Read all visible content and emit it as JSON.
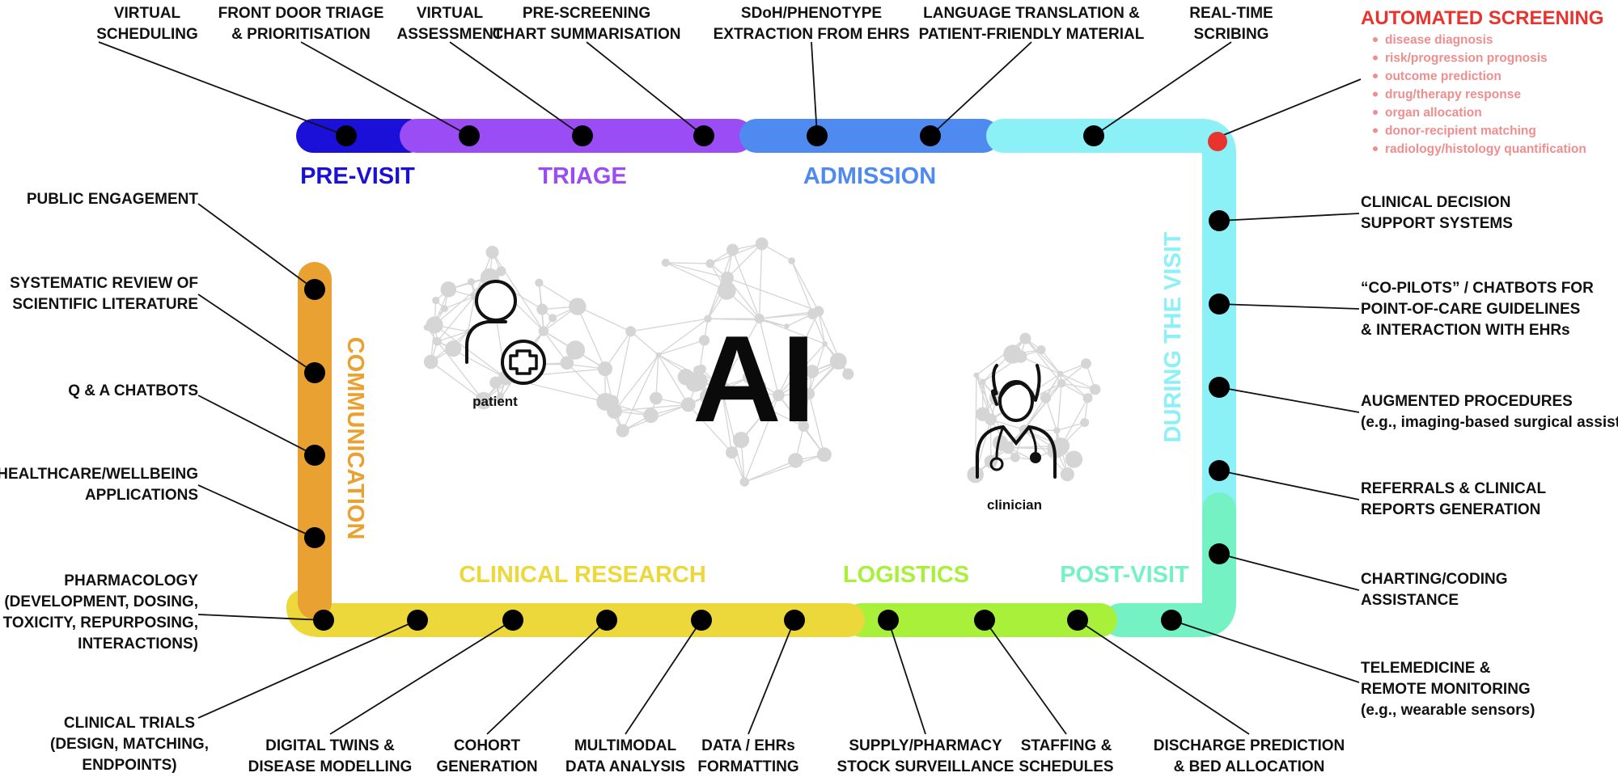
{
  "center": {
    "title": "AI",
    "patient_label": "patient",
    "clinician_label": "clinician"
  },
  "icons": {
    "patient": "patient-with-medical-cross-icon",
    "clinician": "clinician-with-stethoscope-icon",
    "network": "neural-network-graph"
  },
  "colors": {
    "pre_visit": "#1a10d8",
    "triage": "#9b4df5",
    "admission": "#4f8af0",
    "during_visit": "#8cf1f6",
    "post_visit": "#74f2c4",
    "logistics": "#a8f03a",
    "clinical_research": "#ecd83a",
    "communication": "#e9a131",
    "automated_screening": "#e8332e",
    "automated_screening_items": "#ee8e8e",
    "dots": "#000000",
    "network": "#d5d5d5"
  },
  "phases": {
    "pre_visit": "PRE-VISIT",
    "triage": "TRIAGE",
    "admission": "ADMISSION",
    "during_visit": "DURING THE VISIT",
    "post_visit": "POST-VISIT",
    "logistics": "LOGISTICS",
    "clinical_research": "CLINICAL RESEARCH",
    "communication": "COMMUNICATION"
  },
  "top_labels": [
    [
      "VIRTUAL",
      "SCHEDULING"
    ],
    [
      "FRONT DOOR TRIAGE",
      "& PRIORITISATION"
    ],
    [
      "VIRTUAL",
      "ASSESSMENT"
    ],
    [
      "PRE-SCREENING",
      "CHART SUMMARISATION"
    ],
    [
      "SDoH/PHENOTYPE",
      "EXTRACTION FROM EHRS"
    ],
    [
      "LANGUAGE TRANSLATION &",
      "PATIENT-FRIENDLY MATERIAL"
    ],
    [
      "REAL-TIME",
      "SCRIBING"
    ]
  ],
  "automated_screening": {
    "title": "AUTOMATED SCREENING",
    "items": [
      "disease diagnosis",
      "risk/progression prognosis",
      "outcome prediction",
      "drug/therapy response",
      "organ allocation",
      "donor-recipient matching",
      "radiology/histology quantification"
    ]
  },
  "right_labels": [
    [
      "CLINICAL DECISION",
      "SUPPORT SYSTEMS"
    ],
    [
      "“CO-PILOTS” / CHATBOTS FOR",
      "POINT-OF-CARE GUIDELINES",
      "& INTERACTION WITH EHRs"
    ],
    [
      "AUGMENTED PROCEDURES",
      "(e.g., imaging-based surgical assist)"
    ],
    [
      "REFERRALS & CLINICAL",
      "REPORTS GENERATION"
    ],
    [
      "CHARTING/CODING",
      "ASSISTANCE"
    ],
    [
      "TELEMEDICINE &",
      "REMOTE MONITORING",
      "(e.g., wearable sensors)"
    ]
  ],
  "bottom_labels": [
    [
      "CLINICAL TRIALS",
      "(DESIGN, MATCHING,",
      "ENDPOINTS)"
    ],
    [
      "DIGITAL TWINS &",
      "DISEASE MODELLING"
    ],
    [
      "COHORT",
      "GENERATION"
    ],
    [
      "MULTIMODAL",
      "DATA ANALYSIS"
    ],
    [
      "DATA / EHRs",
      "FORMATTING"
    ],
    [
      "SUPPLY/PHARMACY",
      "STOCK SURVEILLANCE"
    ],
    [
      "STAFFING &",
      "SCHEDULES"
    ],
    [
      "DISCHARGE PREDICTION",
      "& BED ALLOCATION"
    ]
  ],
  "left_labels": [
    [
      "PUBLIC ENGAGEMENT"
    ],
    [
      "SYSTEMATIC REVIEW OF",
      "SCIENTIFIC LITERATURE"
    ],
    [
      "Q & A CHATBOTS"
    ],
    [
      "HEALTHCARE/WELLBEING",
      "APPLICATIONS"
    ],
    [
      "PHARMACOLOGY",
      "(DEVELOPMENT, DOSING,",
      "TOXICITY, REPURPOSING,",
      "INTERACTIONS)"
    ]
  ]
}
